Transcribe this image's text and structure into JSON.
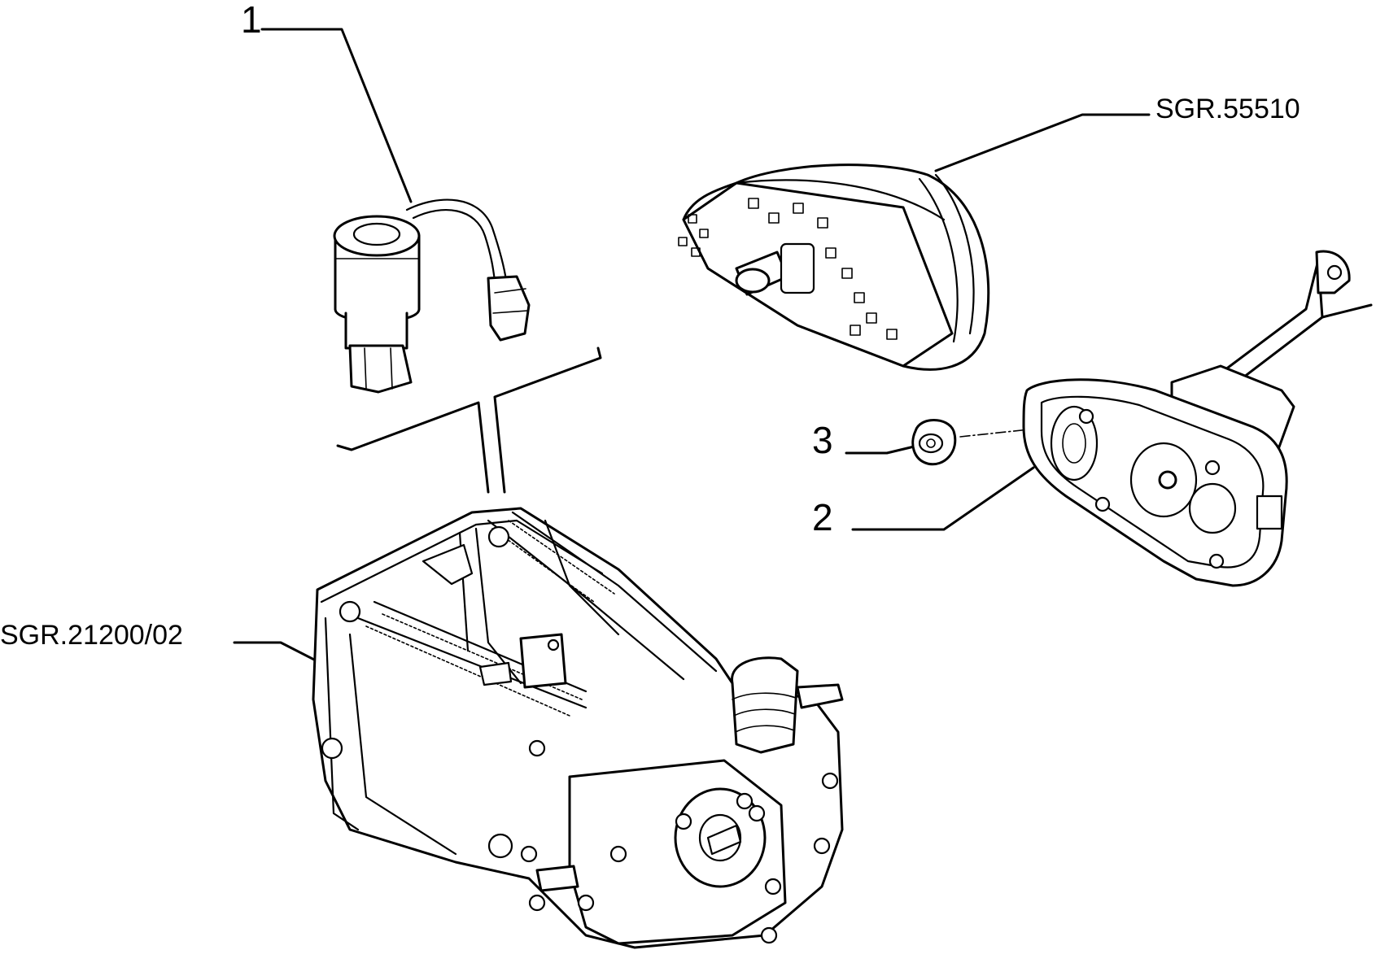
{
  "callouts": {
    "part1": "1",
    "part2": "2",
    "part3": "3",
    "ref_cluster": "SGR.55510",
    "ref_gearbox": "SGR.21200/02"
  }
}
